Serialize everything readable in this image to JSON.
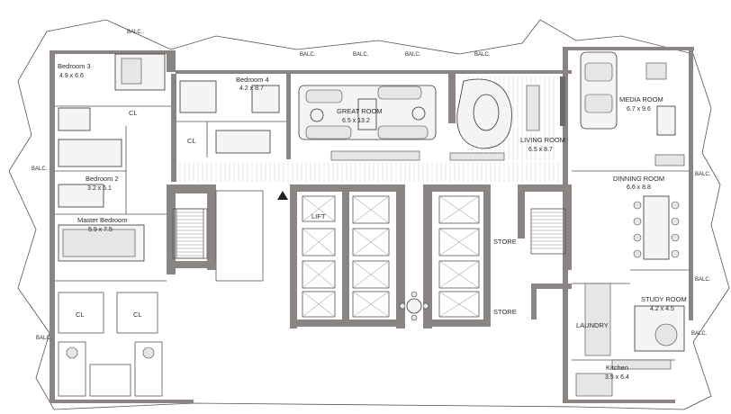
{
  "rooms": {
    "bedroom3": {
      "name": "Bedroom 3",
      "dims": "4.9 x 6.6"
    },
    "bedroom4": {
      "name": "Bedroom 4",
      "dims": "4.2 x 8.7"
    },
    "great_room": {
      "name": "GREAT ROOM",
      "dims": "6.5 x 13.2"
    },
    "living_room": {
      "name": "LIVING ROOM",
      "dims": "6.5 x 8.7"
    },
    "media_room": {
      "name": "MEDIA ROOM",
      "dims": "6.7 x 9.6"
    },
    "dining_room": {
      "name": "DINNING ROOM",
      "dims": "6.6 x 8.8"
    },
    "bedroom2": {
      "name": "Bedroom 2",
      "dims": "3.2 x 6.1"
    },
    "master_bedroom": {
      "name": "Master Bedroom",
      "dims": "5.9 x 7.5"
    },
    "study_room": {
      "name": "STUDY ROOM",
      "dims": "4.2 x 4.5"
    },
    "kitchen": {
      "name": "Kitchen",
      "dims": "3.5 x 6.4"
    }
  },
  "utility_labels": {
    "lift": "LIFT",
    "store_upper": "STORE",
    "store_lower": "STORE",
    "laundry": "LAUNDRY",
    "closet_1": "CL",
    "closet_2": "CL",
    "closet_3": "CL",
    "closet_4": "CL"
  },
  "balconies": {
    "top_left": "BALC.",
    "top_mid_left": "BALC.",
    "top_mid": "BALC.",
    "top_mid_right": "BALC.",
    "top_right": "BALC.",
    "left_upper": "BALC.",
    "left_lower": "BALC.",
    "right_upper": "BALC.",
    "right_mid": "BALC.",
    "right_lower": "BALC."
  },
  "colors": {
    "wall": "#8a8582",
    "line": "#555555",
    "furniture": "#f4f4f4",
    "background": "#ffffff"
  }
}
